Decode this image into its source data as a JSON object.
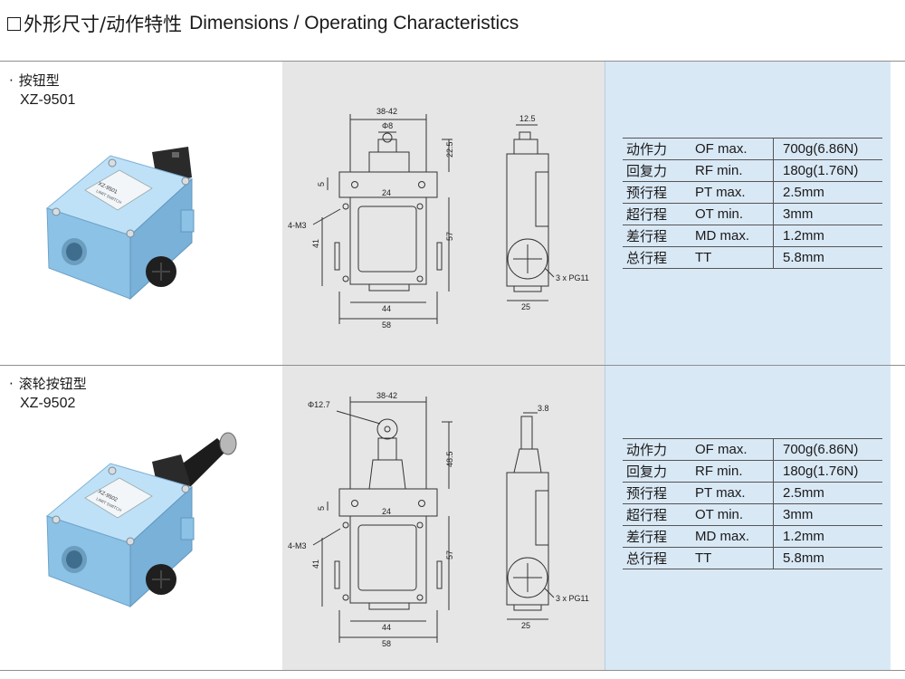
{
  "header": {
    "title_cn": "外形尺寸/动作特性",
    "title_en": "Dimensions / Operating Characteristics"
  },
  "products": [
    {
      "bullet": "·",
      "type_cn": "按钮型",
      "model": "XZ-9501",
      "photo_label_lines": [
        "XZ-9501",
        "LIMIT SWITCH"
      ],
      "front_dims": {
        "width_range": "38-42",
        "rod_dia": "Φ8",
        "height_top": "22.5",
        "mount_h": "5",
        "mount_w": "24",
        "screws": "4-M3",
        "height_low": "41",
        "height_total": "57",
        "inner_w": "44",
        "outer_w": "58"
      },
      "side_dims": {
        "top": "12.5",
        "thread": "3 x PG11",
        "depth": "25"
      },
      "specs": [
        {
          "cn": "动作力",
          "code": "OF max.",
          "value": "700g(6.86N)"
        },
        {
          "cn": "回复力",
          "code": "RF min.",
          "value": "180g(1.76N)"
        },
        {
          "cn": "预行程",
          "code": "PT max.",
          "value": "2.5mm"
        },
        {
          "cn": "超行程",
          "code": "OT min.",
          "value": "3mm"
        },
        {
          "cn": "差行程",
          "code": "MD max.",
          "value": "1.2mm"
        },
        {
          "cn": "总行程",
          "code": "TT",
          "value": "5.8mm"
        }
      ]
    },
    {
      "bullet": "·",
      "type_cn": "滚轮按钮型",
      "model": "XZ-9502",
      "photo_label_lines": [
        "XZ-9502",
        "LIMIT SWITCH"
      ],
      "front_dims": {
        "width_range": "38-42",
        "rod_dia": "Φ12.7",
        "height_top": "48.5",
        "mount_h": "5",
        "mount_w": "24",
        "screws": "4-M3",
        "height_low": "41",
        "height_total": "57",
        "inner_w": "44",
        "outer_w": "58"
      },
      "side_dims": {
        "top": "3.8",
        "thread": "3 x PG11",
        "depth": "25"
      },
      "specs": [
        {
          "cn": "动作力",
          "code": "OF max.",
          "value": "700g(6.86N)"
        },
        {
          "cn": "回复力",
          "code": "RF min.",
          "value": "180g(1.76N)"
        },
        {
          "cn": "预行程",
          "code": "PT max.",
          "value": "2.5mm"
        },
        {
          "cn": "超行程",
          "code": "OT min.",
          "value": "3mm"
        },
        {
          "cn": "差行程",
          "code": "MD max.",
          "value": "1.2mm"
        },
        {
          "cn": "总行程",
          "code": "TT",
          "value": "5.8mm"
        }
      ]
    }
  ],
  "colors": {
    "diagram_bg": "#e6e6e6",
    "spec_bg": "#d9e8f5",
    "switch_body": "#9ccdee",
    "cable_gland": "#1f1f1f"
  }
}
